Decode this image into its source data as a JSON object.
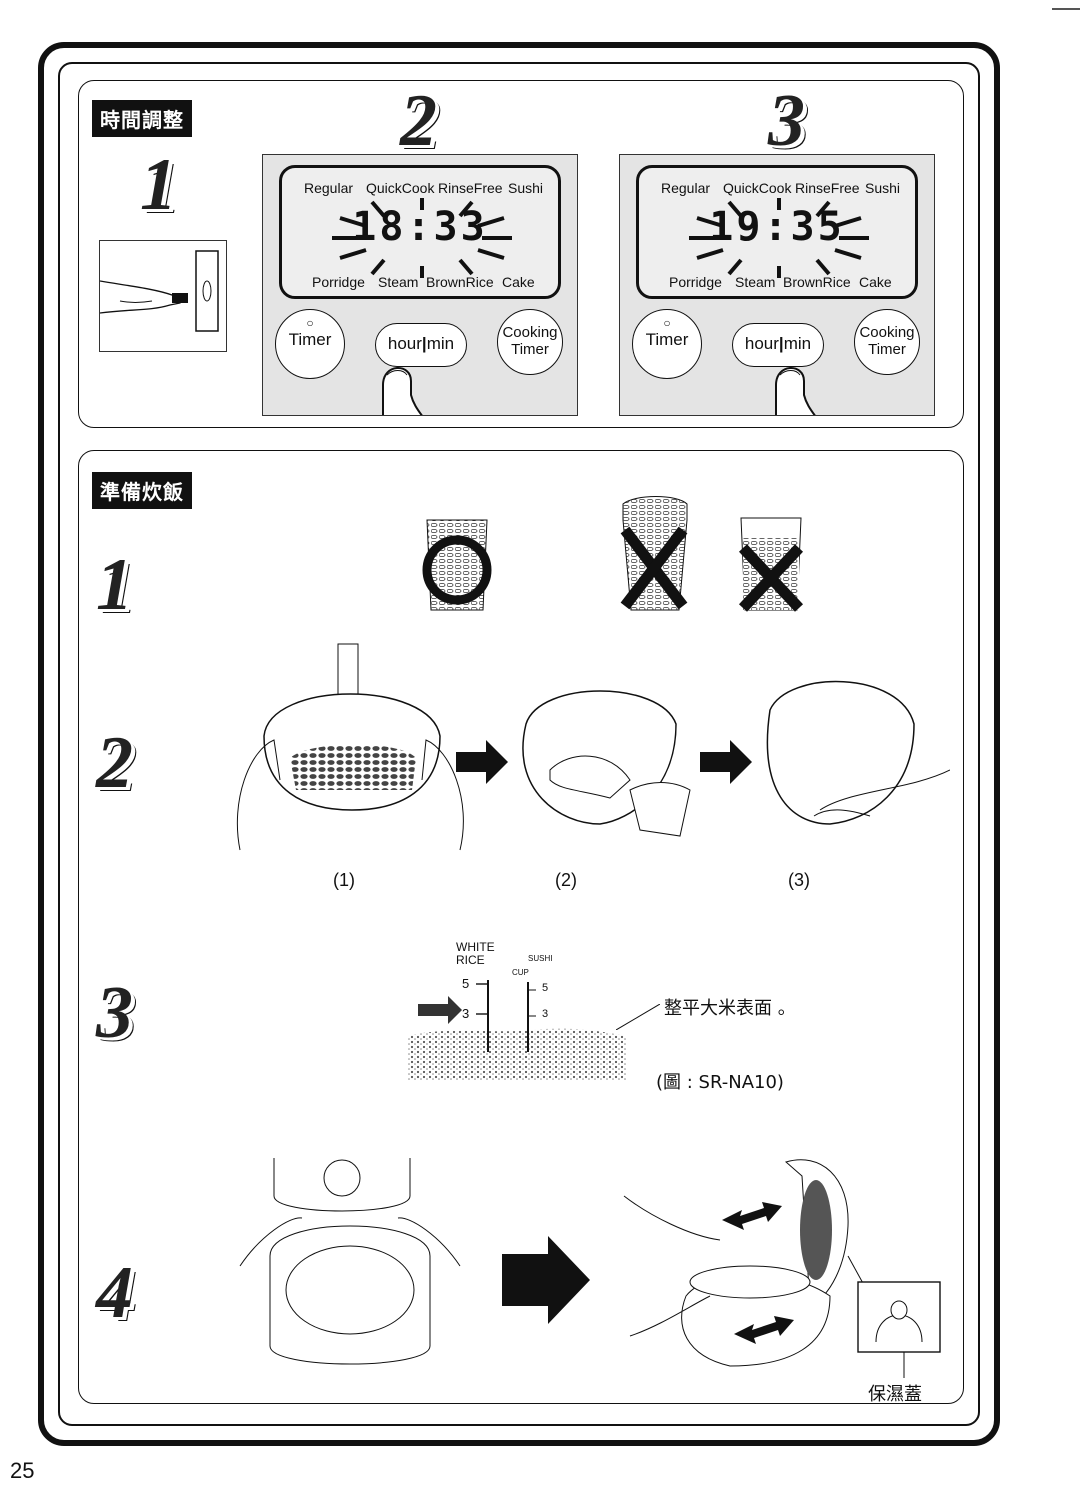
{
  "time_section": {
    "tag": "時間調整",
    "step1": "1",
    "step2": "2",
    "step3": "3",
    "panel2": {
      "modes_top": [
        "Regular",
        "QuickCook",
        "RinseFree",
        "Sushi"
      ],
      "modes_bottom": [
        "Porridge",
        "Steam",
        "BrownRice",
        "Cake"
      ],
      "display": "18:33",
      "btn_timer": "Timer",
      "btn_hour": "hour",
      "btn_min": "min",
      "btn_cooking": "Cooking",
      "btn_cooking2": "Timer"
    },
    "panel3": {
      "modes_top": [
        "Regular",
        "QuickCook",
        "RinseFree",
        "Sushi"
      ],
      "modes_bottom": [
        "Porridge",
        "Steam",
        "BrownRice",
        "Cake"
      ],
      "display": "19:35",
      "btn_timer": "Timer",
      "btn_hour": "hour",
      "btn_min": "min",
      "btn_cooking": "Cooking",
      "btn_cooking2": "Timer"
    }
  },
  "prep_section": {
    "tag": "準備炊飯",
    "step1": "1",
    "step2": "2",
    "step3": "3",
    "step4": "4",
    "wash_captions": [
      "(1)",
      "(2)",
      "(3)"
    ],
    "scale": {
      "white": "WHITE",
      "rice": "RICE",
      "sushi": "SUSHI",
      "cup": "CUP",
      "five": "5",
      "three": "3",
      "five_b": "5",
      "three_b": "3"
    },
    "level_text": "整平大米表面 。",
    "figure_note": "(圖 : SR-NA10)",
    "lid_label": "保濕蓋"
  },
  "page_number": "25"
}
